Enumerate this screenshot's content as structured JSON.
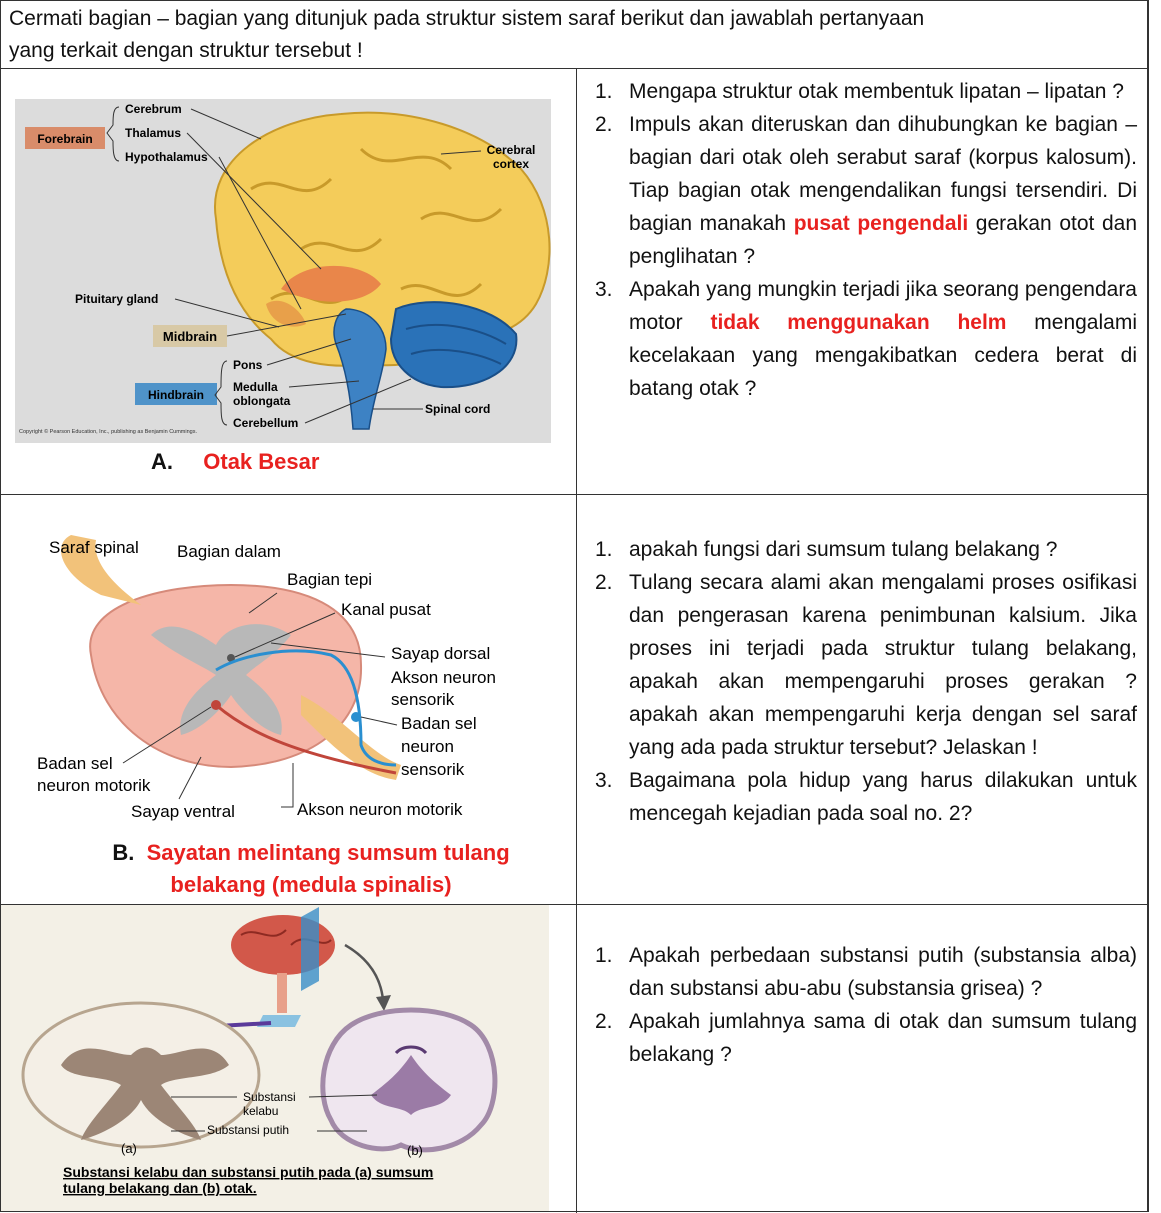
{
  "header": {
    "line1": "Cermati bagian – bagian yang ditunjuk pada struktur sistem saraf berikut  dan jawablah pertanyaan",
    "line2": "yang terkait dengan struktur tersebut  !"
  },
  "sectionA": {
    "caption_letter": "A.",
    "caption_text": "Otak Besar",
    "labels": {
      "forebrain": "Forebrain",
      "cerebrum": "Cerebrum",
      "thalamus": "Thalamus",
      "hypothalamus": "Hypothalamus",
      "cerebral_cortex_1": "Cerebral",
      "cerebral_cortex_2": "cortex",
      "pituitary": "Pituitary gland",
      "midbrain": "Midbrain",
      "pons": "Pons",
      "hindbrain": "Hindbrain",
      "medulla_1": "Medulla",
      "medulla_2": "oblongata",
      "cerebellum": "Cerebellum",
      "spinal_cord": "Spinal cord",
      "copyright": "Copyright © Pearson Education, Inc., publishing as Benjamin Cummings."
    },
    "questions": [
      {
        "num": "1.",
        "text": "Mengapa struktur otak membentuk lipatan – lipatan ?"
      },
      {
        "num": "2.",
        "pre": "Impuls akan diteruskan dan dihubungkan ke bagian – bagian dari otak oleh serabut saraf (korpus kalosum). Tiap bagian otak mengendalikan fungsi tersendiri. Di bagian manakah ",
        "highlight": "pusat pengendali",
        "post": " gerakan otot dan penglihatan ?"
      },
      {
        "num": "3.",
        "pre": "Apakah yang mungkin terjadi jika seorang pengendara motor ",
        "highlight": "tidak menggunakan helm",
        "post": " mengalami kecelakaan yang mengakibatkan cedera berat di batang otak ?"
      }
    ]
  },
  "sectionB": {
    "caption_letter": "B.",
    "caption_text_1": "Sayatan melintang sumsum tulang",
    "caption_text_2": "belakang (medula spinalis)",
    "labels": {
      "saraf_spinal": "Saraf spinal",
      "bagian_dalam": "Bagian dalam",
      "bagian_tepi": "Bagian tepi",
      "kanal_pusat": "Kanal pusat",
      "sayap_dorsal": "Sayap dorsal",
      "akson_sensorik_1": "Akson neuron",
      "akson_sensorik_2": "sensorik",
      "badan_sel_sensorik_1": "Badan sel",
      "badan_sel_sensorik_2": "neuron",
      "badan_sel_sensorik_3": "sensorik",
      "badan_sel_motorik_1": "Badan sel",
      "badan_sel_motorik_2": "neuron motorik",
      "sayap_ventral": "Sayap ventral",
      "akson_motorik": "Akson neuron motorik"
    },
    "questions": [
      {
        "num": "1.",
        "text": "apakah fungsi dari sumsum tulang belakang ?"
      },
      {
        "num": "2.",
        "text": "Tulang secara alami akan mengalami proses osifikasi dan pengerasan karena penimbunan kalsium. Jika proses ini terjadi pada struktur tulang belakang, apakah akan mempengaruhi proses gerakan ? apakah akan mempengaruhi kerja dengan sel saraf yang ada pada struktur tersebut? Jelaskan !"
      },
      {
        "num": "3.",
        "text": "Bagaimana pola hidup yang harus dilakukan untuk mencegah kejadian pada soal no. 2?"
      }
    ]
  },
  "sectionC": {
    "labels": {
      "substansi_kelabu_1": "Substansi",
      "substansi_kelabu_2": "kelabu",
      "substansi_putih": "Substansi putih",
      "label_a": "(a)",
      "label_b": "(b)",
      "caption_1": "Substansi kelabu dan substansi putih pada (a) sumsum",
      "caption_2": "tulang belakang dan (b) otak."
    },
    "questions": [
      {
        "num": "1.",
        "text": "Apakah perbedaan substansi putih (substansia alba) dan substansi abu-abu (substansia grisea) ?"
      },
      {
        "num": "2.",
        "text": "Apakah jumlahnya sama di otak dan sumsum tulang belakang ?"
      }
    ]
  },
  "colors": {
    "accent_red": "#e8211f",
    "brain_yellow": "#f4cc5a",
    "cerebellum_blue": "#2a72b8",
    "forebrain_box": "#d98c6a",
    "hindbrain_box": "#4f93c9",
    "midbrain_box": "#d8c9a6"
  }
}
